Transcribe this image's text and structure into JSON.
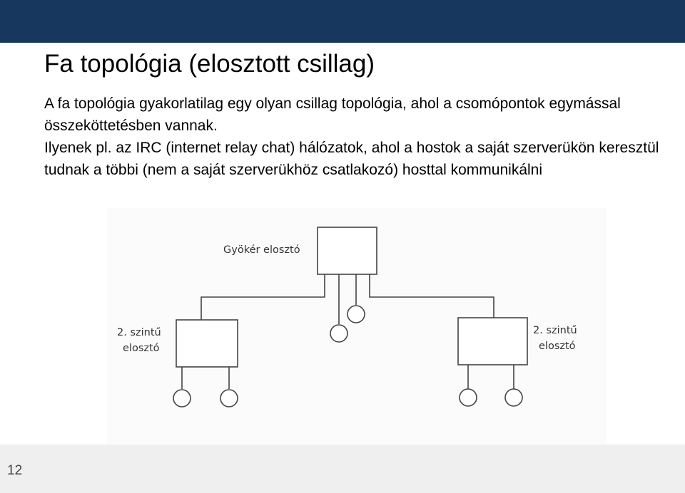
{
  "slide": {
    "title": "Fa topológia (elosztott csillag)",
    "paragraphs": [
      "A fa topológia gyakorlatilag egy olyan  csillag topológia, ahol a csomópontok egymással összeköttetésben vannak.",
      "Ilyenek pl. az IRC (internet relay chat) hálózatok, ahol a hostok a saját szerverükön keresztül tudnak a többi (nem a saját szerverükhöz csatlakozó) hosttal kommunikálni"
    ],
    "page_number": "12"
  },
  "diagram": {
    "root_label": "Gyökér elosztó",
    "left_label_line1": "2. szintű",
    "left_label_line2": "elosztó",
    "right_label_line1": "2. szintű",
    "right_label_line2": "elosztó"
  },
  "colors": {
    "header_bar": "#17375e",
    "footer_bar": "#efefef"
  }
}
